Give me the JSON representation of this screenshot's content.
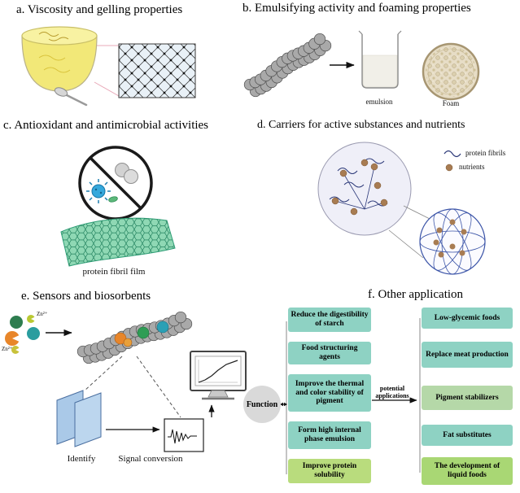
{
  "figure": {
    "panels": {
      "a": {
        "title": "a. Viscosity and gelling properties"
      },
      "b": {
        "title": "b. Emulsifying activity and foaming properties",
        "emulsion_label": "emulsion",
        "foam_label": "Foam"
      },
      "c": {
        "title": "c. Antioxidant and antimicrobial activities",
        "caption": "protein fibril film"
      },
      "d": {
        "title": "d. Carriers for active substances and nutrients",
        "legend_fibrils": "protein fibrils",
        "legend_nutrients": "nutrients"
      },
      "e": {
        "title": "e. Sensors and biosorbents",
        "ion_top": "Zn²⁺",
        "ion_bottom": "Zn²⁺",
        "identify_label": "Identify",
        "signal_label": "Signal conversion"
      },
      "f": {
        "title": "f. Other application",
        "function_label": "Function",
        "arrow_label": "potential applications",
        "left_boxes": [
          {
            "label": "Reduce the digestibility of starch",
            "color": "#8ed2c3"
          },
          {
            "label": "Food structuring agents",
            "color": "#8ed2c3"
          },
          {
            "label": "Improve the thermal and color stability of pigment",
            "color": "#8ed2c3"
          },
          {
            "label": "Form high internal phase emulsion",
            "color": "#8ed2c3"
          },
          {
            "label": "Improve protein solubility",
            "color": "#b9dc7d"
          }
        ],
        "right_boxes": [
          {
            "label": "Low-glycemic foods",
            "color": "#8ed2c3"
          },
          {
            "label": "Replace meat production",
            "color": "#8ed2c3"
          },
          {
            "label": "Pigment stabilizers",
            "color": "#b5d8a8"
          },
          {
            "label": "Fat substitutes",
            "color": "#8ed2c3"
          },
          {
            "label": "The development of liquid foods",
            "color": "#a9d774"
          }
        ]
      }
    },
    "colors": {
      "fibril_gray": "#a9a9a9",
      "nutrient_brown": "#a87c52",
      "film_green": "#8fd8b4",
      "microbe_blue": "#35a8dc",
      "function_circle": "#d9d9d9"
    }
  }
}
